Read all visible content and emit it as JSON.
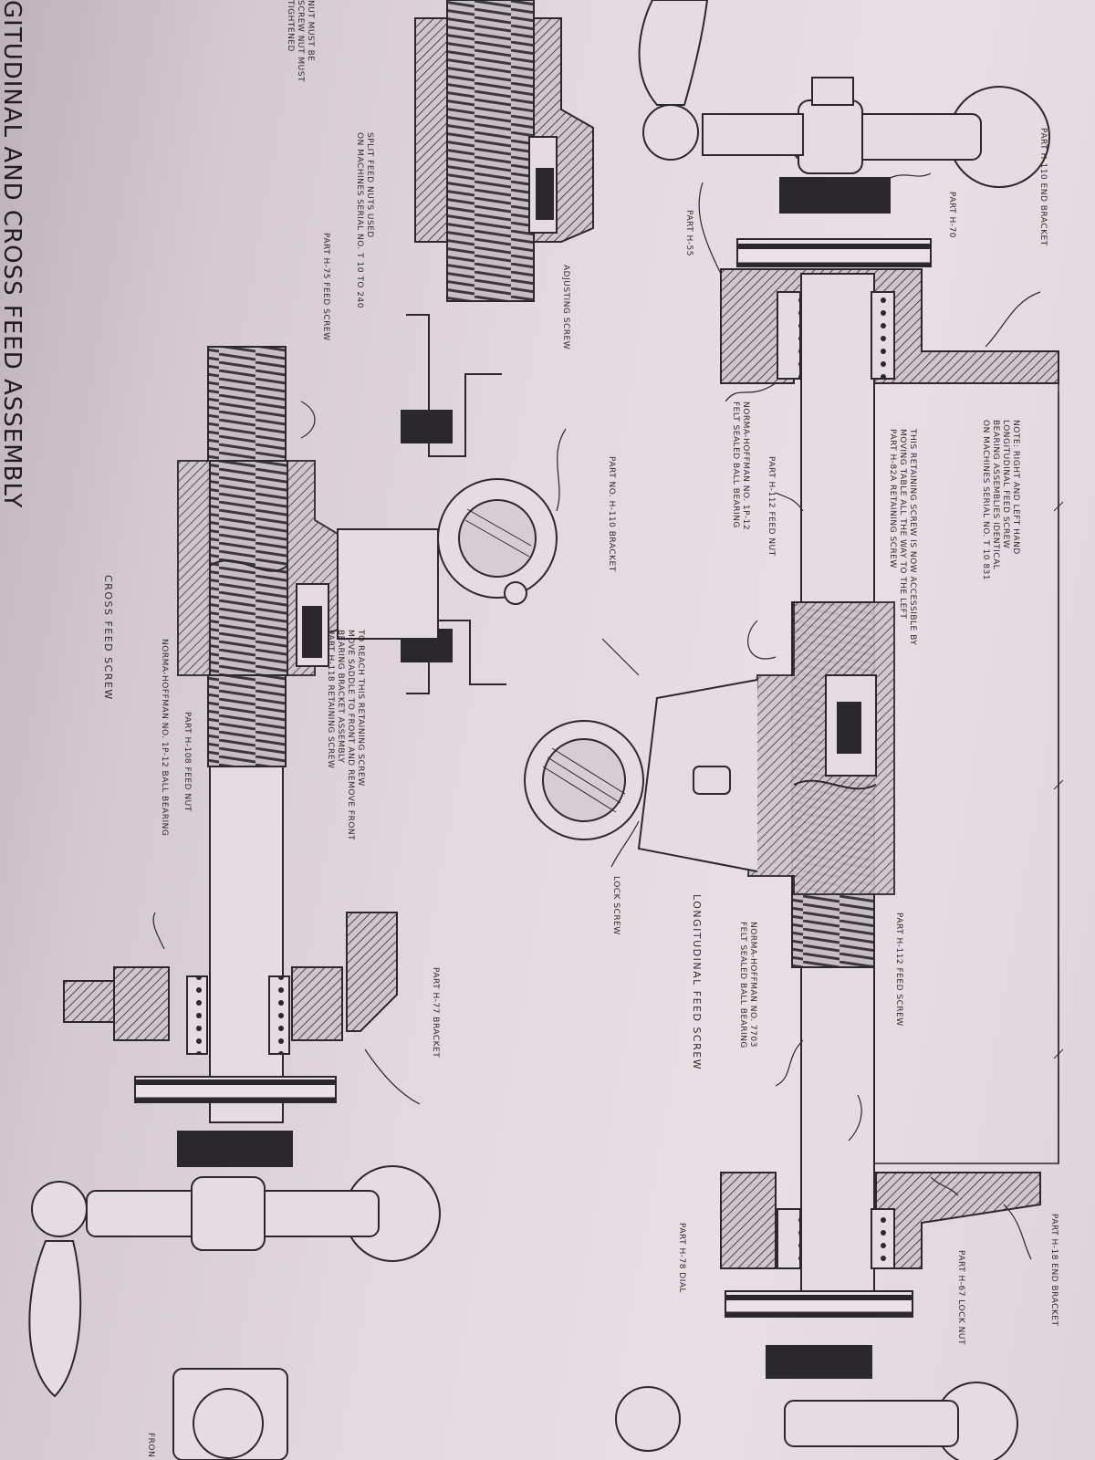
{
  "title": "GITUDINAL AND CROSS FEED ASSEMBLY",
  "captions": {
    "longitudinal": "LONGITUDINAL FEED SCREW",
    "cross": "CROSS FEED SCREW"
  },
  "labels": {
    "end_bracket_right": "PART H-110 END BRACKET",
    "part_h70": "PART H-70",
    "part_h55": "PART H-55",
    "note_right_left": "NOTE: RIGHT AND LEFT HAND\nLONGITUDINAL FEED SCREW\nBEARING ASSEMBLIES IDENTICAL\nON MACHINES SERIAL NO. T 10 831",
    "retaining_screw_note": "THIS RETAINING SCREW IS NOW ACCESSIBLE BY\nMOVING TABLE ALL THE WAY TO THE LEFT\nPART H-82A RETAINING SCREW",
    "feed_nut_112": "PART H-112 FEED NUT",
    "felt_sealed_1": "NORMA-HOFFMAN NO. 1P-12\nFELT SEALED BALL BEARING",
    "part_h110_bracket": "PART NO. H-110 BRACKET",
    "split_feed_nuts": "SPLIT FEED NUTS USED\nON MACHINES SERIAL NO. T 10 TO 240",
    "adjust_note": "NUT MUST BE\nSCREW NUT MUST\nTIGHTENED",
    "cross_screw_75": "PART H-75 FEED SCREW",
    "adjusting_screw": "ADJUSTING SCREW",
    "retaining_note": "TO REACH THIS RETAINING SCREW\nMOVE SADDLE TO FRONT AND REMOVE FRONT\nBEARING BRACKET ASSEMBLY\nPART H-118 RETAINING SCREW",
    "feed_nut_108": "PART H-108 FEED NUT",
    "norma_hoffman_3": "NORMA-HOFFMAN NO. 1P-12 BALL BEARING",
    "lock_screw": "LOCK SCREW",
    "norma_hoffman_4": "NORMA-HOFFMAN NO. 7703\nFELT SEALED BALL BEARING",
    "feed_screw_112": "PART H-112 FEED SCREW",
    "bracket_77": "PART H-77 BRACKET",
    "end_bracket_h18": "PART H-18 END BRACKET",
    "part_h67": "PART H-67 LOCK NUT",
    "part_h78": "PART H-78 DIAL",
    "front_label": "FRON"
  },
  "colors": {
    "paper": "#e4dce0",
    "ink": "#2a282b",
    "hatch": "#6d686e"
  },
  "icons": [
    "handwheel-icon",
    "hand-crank-icon",
    "ball-bearing-icon",
    "threaded-screw-icon"
  ]
}
